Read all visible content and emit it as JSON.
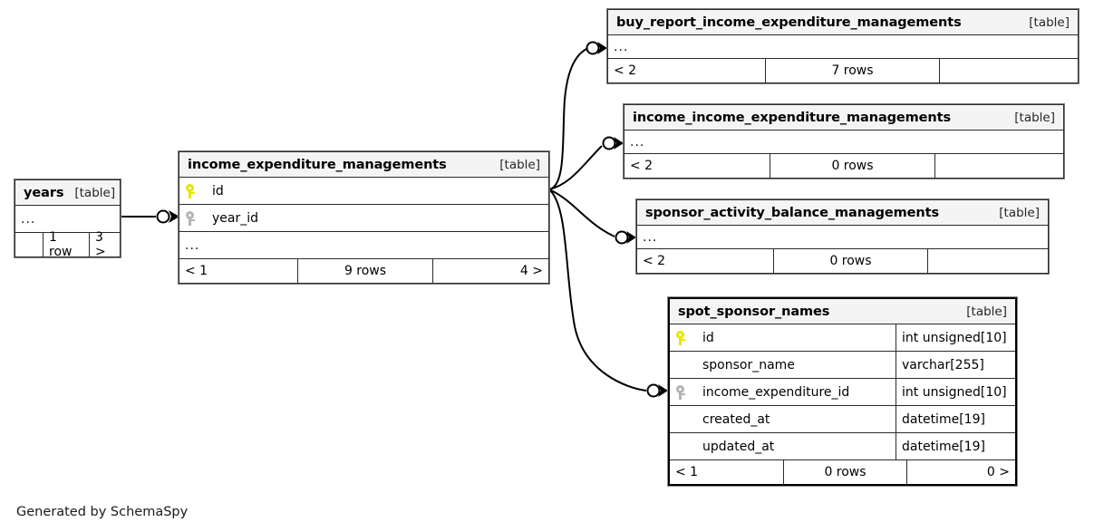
{
  "diagram": {
    "generator_text": "Generated by SchemaSpy",
    "table_tag": "[table]",
    "ellipsis": "...",
    "colors": {
      "primary_key": "#e5e50c",
      "foreign_key": "#b4b4b4",
      "header_background": "#f4f4f4",
      "border": "#2b2b2b",
      "focus_border": "#000000",
      "background": "#ffffff"
    }
  },
  "tables": {
    "years": {
      "name": "years",
      "tag": "[table]",
      "rows": [
        {
          "ellipsis": "..."
        }
      ],
      "footer": {
        "left": "",
        "center": "1 row",
        "right": "3 >"
      }
    },
    "income_expenditure_managements": {
      "name": "income_expenditure_managements",
      "tag": "[table]",
      "columns": [
        {
          "key": "pk",
          "name": "id",
          "type": ""
        },
        {
          "key": "fk",
          "name": "year_id",
          "type": ""
        }
      ],
      "ellipsis": "...",
      "footer": {
        "left": "< 1",
        "center": "9 rows",
        "right": "4 >"
      }
    },
    "buy_report_income_expenditure_managements": {
      "name": "buy_report_income_expenditure_managements",
      "tag": "[table]",
      "ellipsis": "...",
      "footer": {
        "left": "< 2",
        "center": "7 rows",
        "right": ""
      }
    },
    "income_income_expenditure_managements": {
      "name": "income_income_expenditure_managements",
      "tag": "[table]",
      "ellipsis": "...",
      "footer": {
        "left": "< 2",
        "center": "0 rows",
        "right": ""
      }
    },
    "sponsor_activity_balance_managements": {
      "name": "sponsor_activity_balance_managements",
      "tag": "[table]",
      "ellipsis": "...",
      "footer": {
        "left": "< 2",
        "center": "0 rows",
        "right": ""
      }
    },
    "spot_sponsor_names": {
      "name": "spot_sponsor_names",
      "tag": "[table]",
      "columns": [
        {
          "key": "pk",
          "name": "id",
          "type": "int unsigned[10]"
        },
        {
          "key": "none",
          "name": "sponsor_name",
          "type": "varchar[255]"
        },
        {
          "key": "fk",
          "name": "income_expenditure_id",
          "type": "int unsigned[10]"
        },
        {
          "key": "none",
          "name": "created_at",
          "type": "datetime[19]"
        },
        {
          "key": "none",
          "name": "updated_at",
          "type": "datetime[19]"
        }
      ],
      "footer": {
        "left": "< 1",
        "center": "0 rows",
        "right": "0 >"
      }
    }
  },
  "relationships": [
    {
      "name": "years-to-income-expenditure-managements",
      "from": "years",
      "to": "income_expenditure_managements"
    },
    {
      "name": "income-to-buy-report",
      "from": "income_expenditure_managements",
      "to": "buy_report_income_expenditure_managements"
    },
    {
      "name": "income-to-income-income",
      "from": "income_expenditure_managements",
      "to": "income_income_expenditure_managements"
    },
    {
      "name": "income-to-sponsor-activity",
      "from": "income_expenditure_managements",
      "to": "sponsor_activity_balance_managements"
    },
    {
      "name": "income-to-spot-sponsor-names",
      "from": "income_expenditure_managements",
      "to": "spot_sponsor_names"
    }
  ]
}
